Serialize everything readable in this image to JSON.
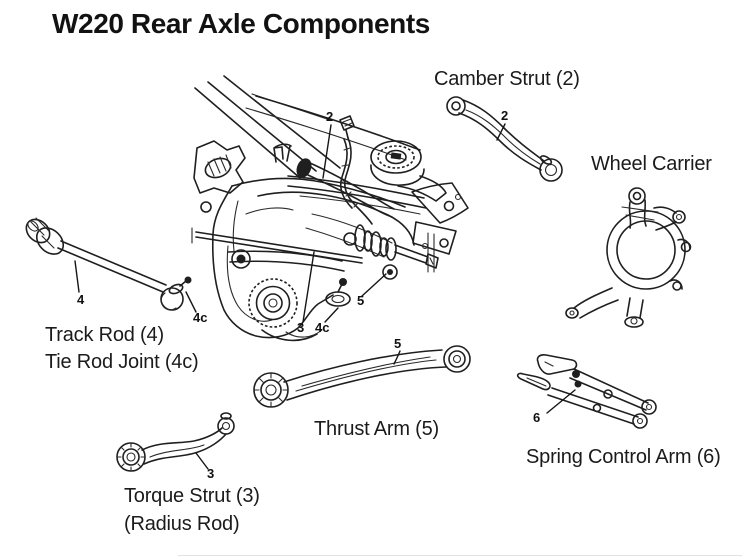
{
  "title": "W220 Rear Axle Components",
  "parts": {
    "camber_strut": {
      "label": "Camber Strut (2)",
      "callout": "2"
    },
    "wheel_carrier": {
      "label": "Wheel Carrier"
    },
    "track_rod": {
      "label": "Track Rod (4)",
      "callout": "4"
    },
    "tie_rod_joint": {
      "label": "Tie Rod Joint (4c)",
      "callout": "4c"
    },
    "torque_strut": {
      "label": "Torque Strut (3)",
      "alt_label": "(Radius Rod)",
      "callout": "3"
    },
    "thrust_arm": {
      "label": "Thrust Arm (5)",
      "callout": "5"
    },
    "spring_control_arm": {
      "label": "Spring Control Arm (6)",
      "callout": "6"
    }
  },
  "colors": {
    "ink": "#1f1f1f",
    "paper": "#ffffff"
  }
}
